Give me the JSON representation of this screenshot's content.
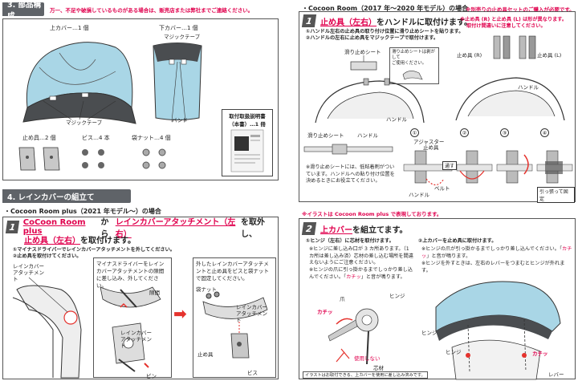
{
  "left_top": {
    "section_title": "3. 部品構成",
    "warning": "万一、不足や破損しているものがある場合は、販売店または弊社までご連絡ください。",
    "parts": {
      "upper_cover": "上カバー…1 個",
      "lower_cover": "下カバー…1 個",
      "magic_tape_1": "マジックテープ",
      "magic_tape_2": "マジックテープ",
      "band": "バンド",
      "manual_title": "取付取扱説明書",
      "manual_sub": "（本書）…1 冊",
      "stopper": "止め具…2 個",
      "screw": "ビス…4 本",
      "bag_nut": "袋ナット…4 個"
    }
  },
  "left_bottom": {
    "section_title": "4. レインカバーの組立て",
    "sub_head": "・Cocoon Room plus（2021 年モデル～）の場合",
    "step_num": "1",
    "step_title_a": "CoCoon Room plus",
    "step_title_b": "から",
    "step_title_c": "レインカバーアタッチメント（左右）",
    "step_title_d": "を取外し、",
    "step_title_e": "止め具（左右）",
    "step_title_f": "を取付けます。",
    "inst_1": "①マイナスドライバーでレインカバーアタッチメントを外してください。",
    "inst_2": "②止め具を取付けてください。",
    "box1_text": "マイナスドライバーをレインカバーアタッチメントの隙間に差し込み、外してください。",
    "box2_text": "外したレインカバーアタッチメントと止め具をビスと袋ナットで固定してください。",
    "labels": {
      "raincover_attach_1": "レインカバーアタッチメント",
      "gap": "隙間",
      "raincover_attach_2": "レインカバーアタッチメント",
      "pin": "ピン",
      "bag_nut": "袋ナット",
      "raincover_attach_3": "レインカバーアタッチメント",
      "stopper": "止め具",
      "screw": "ビス"
    }
  },
  "right_top": {
    "sub_head": "・Cocoon Room（2017 年～2020 年モデル）の場合",
    "side_warning": "※別売りの止め具セットのご購入が必要です。",
    "step_num": "1",
    "step_title_a": "止め具（左右）",
    "step_title_b": "をハンドルに取付けます。",
    "inst_1": "①ハンドル左右の止め具の取り付け位置に滑り止めシートを貼ります。",
    "inst_2": "②ハンドルの左右に止め具をマジックテープで取付けます。",
    "note_shape_1": "※止め具 (R) と止め具 (L) は形が異なります。",
    "note_shape_2": "取付け間違いに注意してください。",
    "labels": {
      "anti_slip_sheet": "滑り止めシート",
      "peel_hint_1": "滑り止めシートは剥がして",
      "peel_hint_2": "ご使用ください。",
      "handle": "ハンドル",
      "stopper_r": "止め具 (R)",
      "stopper_l": "止め具 (L)",
      "handle_2": "ハンドル",
      "anti_slip_sheet_2": "滑り止めシート",
      "handle_3": "ハンドル",
      "adjuster": "アジャスター",
      "stopper": "止め具",
      "thread": "通す",
      "belt": "ベルト",
      "handle_4": "ハンドル",
      "pull_fix": "引っ張って固定",
      "n1": "①",
      "n2": "②",
      "n3": "③",
      "n4": "④"
    },
    "note_sheet": "※滑り止めシートには、低粘着剤がついています。ハンドルへの貼り付け位置を決めるときにお役立てください。"
  },
  "right_bottom": {
    "pink_note": "※イラストは Cocoon Room plus で表現しております。",
    "step_num": "2",
    "step_title_a": "上カバー",
    "step_title_b": "を組立てます。",
    "col1_head": "①ヒンジ（左右）に芯材を取付けます。",
    "col1_note_1": "※ヒンジに差し込み口が 3 カ所あります。（1 カ所は差し込み済）芯材の差し込む場所を間違えないようにご注意ください。",
    "col1_note_2a": "※ヒンジの爪に引っ掛かるまでしっかり差し込んでください。「",
    "col1_note_2b": "カチッ",
    "col1_note_2c": "」と音が鳴ります。",
    "col2_head": "②上カバーを止め具に取付けます。",
    "col2_note_1a": "※ヒンジの爪が引っ掛かるまでしっかり差し込んでください。「",
    "col2_note_1b": "カチッ",
    "col2_note_1c": "」と音が鳴ります。",
    "col2_note_2": "※ヒンジを外すときは、左右のレバーをつまむとヒンジが外れます。",
    "labels": {
      "hinge": "ヒンジ",
      "claw": "爪",
      "click": "カチッ",
      "core": "芯材",
      "not_use": "使用しない",
      "hinge_2": "ヒンジ",
      "hinge_3": "ヒンジ",
      "lever": "レバー",
      "click_2": "カチッ"
    },
    "footnote": "イラストはお取付できる、上カバーを使用に差し込み済みです。"
  },
  "colors": {
    "accent": "#e0004d",
    "bar": "#5f6368",
    "cover_blue": "#a9d6e6"
  }
}
